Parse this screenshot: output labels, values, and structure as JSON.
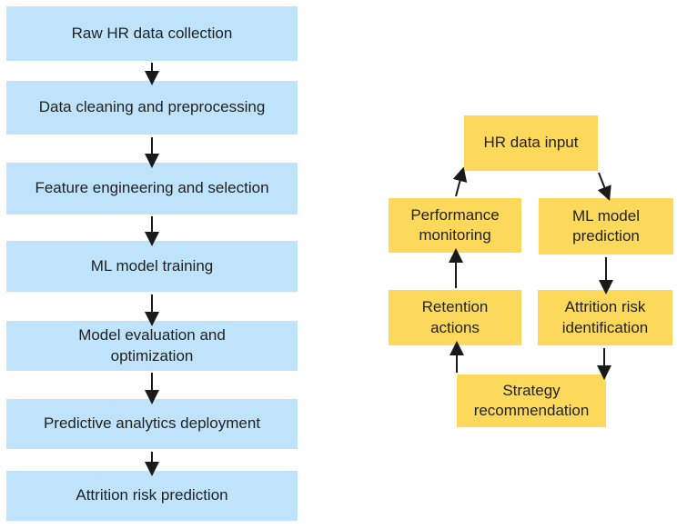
{
  "colors": {
    "background": "#ffffff",
    "process_box_fill": "#bee3fb",
    "cycle_box_fill": "#fcd95b",
    "arrow": "#1a1a1a",
    "text": "#222222"
  },
  "left_flow": {
    "steps": [
      "Raw HR data collection",
      "Data cleaning and preprocessing",
      "Feature engineering and selection",
      "ML model training",
      "Model evaluation and optimization",
      "Predictive analytics deployment",
      "Attrition risk prediction"
    ]
  },
  "right_cycle": {
    "nodes": [
      "HR data input",
      "ML model prediction",
      "Attrition risk identification",
      "Strategy recommendation",
      "Retention actions",
      "Performance monitoring"
    ],
    "edges": [
      {
        "from": "HR data input",
        "to": "ML model prediction"
      },
      {
        "from": "ML model prediction",
        "to": "Attrition risk identification"
      },
      {
        "from": "Attrition risk identification",
        "to": "Strategy recommendation"
      },
      {
        "from": "Strategy recommendation",
        "to": "Retention actions"
      },
      {
        "from": "Retention actions",
        "to": "Performance monitoring"
      },
      {
        "from": "Performance monitoring",
        "to": "HR data input"
      }
    ]
  }
}
